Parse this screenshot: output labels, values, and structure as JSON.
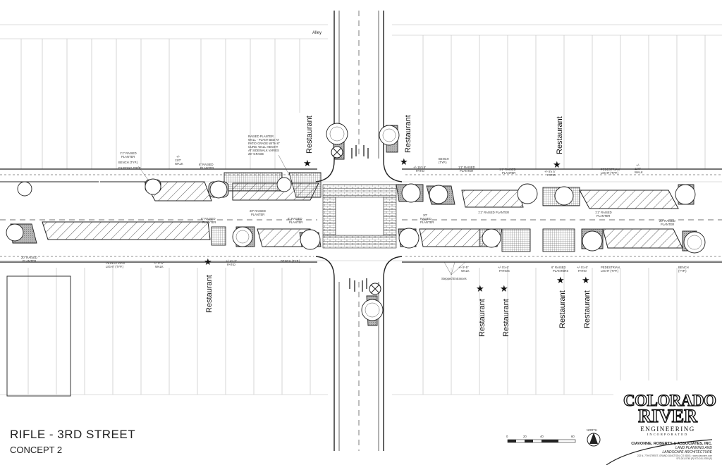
{
  "title_block": {
    "title": "RIFLE - 3RD STREET",
    "subtitle": "CONCEPT 2",
    "north_label": "NORTH",
    "scale_labels": [
      "0",
      "20",
      "40",
      "60"
    ]
  },
  "logo": {
    "line1": "COLORADO",
    "line2": "RIVER",
    "line3": "ENGINEERING",
    "line4": "INCORPORATED"
  },
  "firm": {
    "name": "CIAVONNE, ROBERTS & ASSOCIATES, INC.",
    "line2": "LAND PLANNING AND",
    "line3": "LANDSCAPE ARCHITECTURE",
    "address": "222 N. 7TH STREET, GRAND JUNCTION, CO 81501 • www.ciavonne.com",
    "phone": "970-241-0745 (P) 970-241-0765 (F)"
  },
  "restaurant_label": "Restaurant",
  "star_glyph": "★",
  "labels": {
    "alley": "Alley",
    "raised_planter_note": [
      "RAISED PLANTER",
      "WALL - PLANT BED AT",
      "PATIO GRADE WITH 6\"",
      "CURB. WALL HEIGHT",
      "AT SIDEWALK VARIES",
      "25\" GRADE"
    ],
    "nw_raised_planter": [
      "1'1\" RAISED",
      "PLANTER"
    ],
    "nw_bench": "BENCH (TYP.)",
    "nw_existing_tree": "EXISTING TREE",
    "nw_walk": [
      "+/-",
      "11'0\"",
      "WALK"
    ],
    "nw_6_raised": [
      "6\" RAISED",
      "PLANTER"
    ],
    "sw_6_raised": [
      "6\" RAISED",
      "PLANTER"
    ],
    "sw_20_raised": [
      "20\" RAISED",
      "PLANTER"
    ],
    "sw_20_raised_b": [
      "20\" RAISED",
      "PLANTER"
    ],
    "sw_6_raised_b": [
      "6\" RAISED",
      "PLANTER"
    ],
    "sw_20_far": [
      "20\" RAISED",
      "PLANTER"
    ],
    "sw_ped_light": [
      "PEDESTRIAN",
      "LIGHT (TYP.)"
    ],
    "sw_walk": [
      "+/- 9'-5\"",
      "WALK"
    ],
    "sw_patio": [
      "+/- 4'x 5'",
      "PATIO"
    ],
    "sw_bench": "BENCH (TYP.)",
    "ne_patio1": [
      "+/- 15'x 5'",
      "PATIO"
    ],
    "ne_bench": [
      "BENCH",
      "(TYP.)"
    ],
    "ne_11_raised": [
      "1'1\" RAISED",
      "PLANTER"
    ],
    "ne_11_raised_b": [
      "1'1\" RAISED",
      "PLANTER"
    ],
    "ne_patio2": [
      "+/- 8'x 5'",
      "PATIO"
    ],
    "ne_ped_light": [
      "PEDESTRIAN",
      "LIGHT (TYP.)"
    ],
    "ne_walk": [
      "+/-",
      "11'0\"",
      "WALK"
    ],
    "ne_20_raised": [
      "20\"",
      "RAISED",
      "PLANTER"
    ],
    "se_11_raised": "1'1\" RAISED PLANTER",
    "se_11_raised_b": [
      "1'1\" RAISED",
      "PLANTER"
    ],
    "se_20_raised_far": [
      "20\" RAISED",
      "PLANTER"
    ],
    "se_walk": [
      "+/- 9'-5\"",
      "WALK"
    ],
    "se_patios": [
      "+/- 5'x 6'",
      "PATIOS"
    ],
    "se_6_raised": [
      "6\" RAISED",
      "PLANTERS"
    ],
    "se_patio": [
      "+/- 5'x 6'",
      "PATIO"
    ],
    "se_ped_light": [
      "PEDESTRIAN",
      "LIGHT (TYP.)"
    ],
    "se_bench": [
      "BENCH",
      "(TYP.)"
    ],
    "stepped_entrances": "Stepped Entrances"
  },
  "colors": {
    "line": "#333333",
    "hatch": "#555555",
    "planter_fill": "#bdbdbd",
    "paver": "#444444"
  }
}
